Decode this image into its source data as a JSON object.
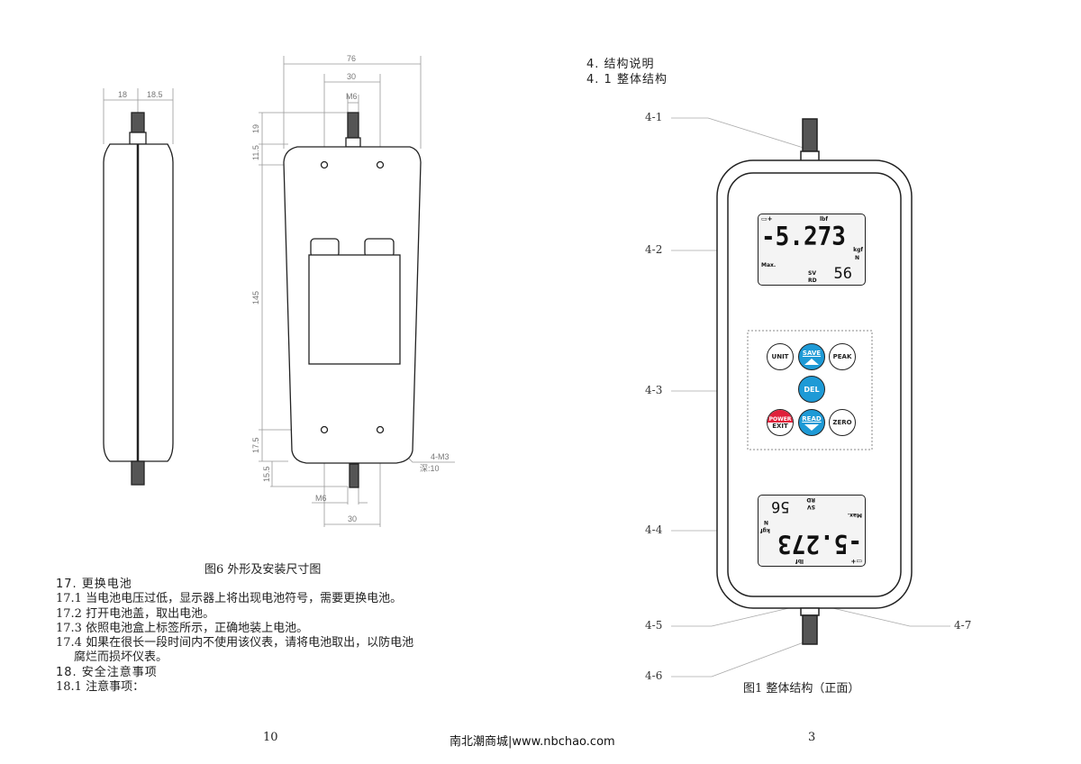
{
  "left_drawing": {
    "side_dims": [
      "18",
      "18.5"
    ],
    "front_dims": {
      "width": "76",
      "hole_spacing_top": "30",
      "thread_top": "M6",
      "h_stud": "19",
      "h_top": "11.5",
      "h_mid": "145",
      "h_bottom": "17.5",
      "h_stud_bottom": "15.5",
      "thread_bottom": "M6",
      "hole_spacing_bottom": "30",
      "holes": "4-M3",
      "depth": "深:10"
    },
    "caption": "图6 外形及安装尺寸图"
  },
  "left_text": {
    "h17": "17. 更换电池",
    "p17_1": "17.1 当电池电压过低，显示器上将出现电池符号，需要更换电池。",
    "p17_2": "17.2 打开电池盖，取出电池。",
    "p17_3": "17.3 依照电池盒上标签所示，正确地装上电池。",
    "p17_4a": "17.4 如果在很长一段时间内不使用该仪表，请将电池取出，以防电池",
    "p17_4b": "腐烂而损坏仪表。",
    "h18": "18. 安全注意事项",
    "p18_1": "18.1 注意事项："
  },
  "right": {
    "heading": "4. 结构说明",
    "subheading": "4. 1 整体结构",
    "callouts": [
      "4-1",
      "4-2",
      "4-3",
      "4-4",
      "4-5",
      "4-6",
      "4-7"
    ],
    "display": {
      "value": "-5.273",
      "unit_lbf": "lbf",
      "unit_kgf": "kgf",
      "unit_n": "N",
      "max": "Max.",
      "sv": "SV",
      "rd": "RD",
      "count": "56"
    },
    "buttons": {
      "unit": "UNIT",
      "save": "SAVE",
      "peak": "PEAK",
      "del": "DEL",
      "power": "POWER",
      "exit": "EXIT",
      "read": "READ",
      "zero": "ZERO"
    },
    "caption": "图1 整体结构（正面）"
  },
  "footer": {
    "left_page": "10",
    "site": "南北潮商城|www.nbchao.com",
    "right_page": "3"
  },
  "colors": {
    "blue_button": "#1e9ad6",
    "red_button": "#e0203a"
  }
}
